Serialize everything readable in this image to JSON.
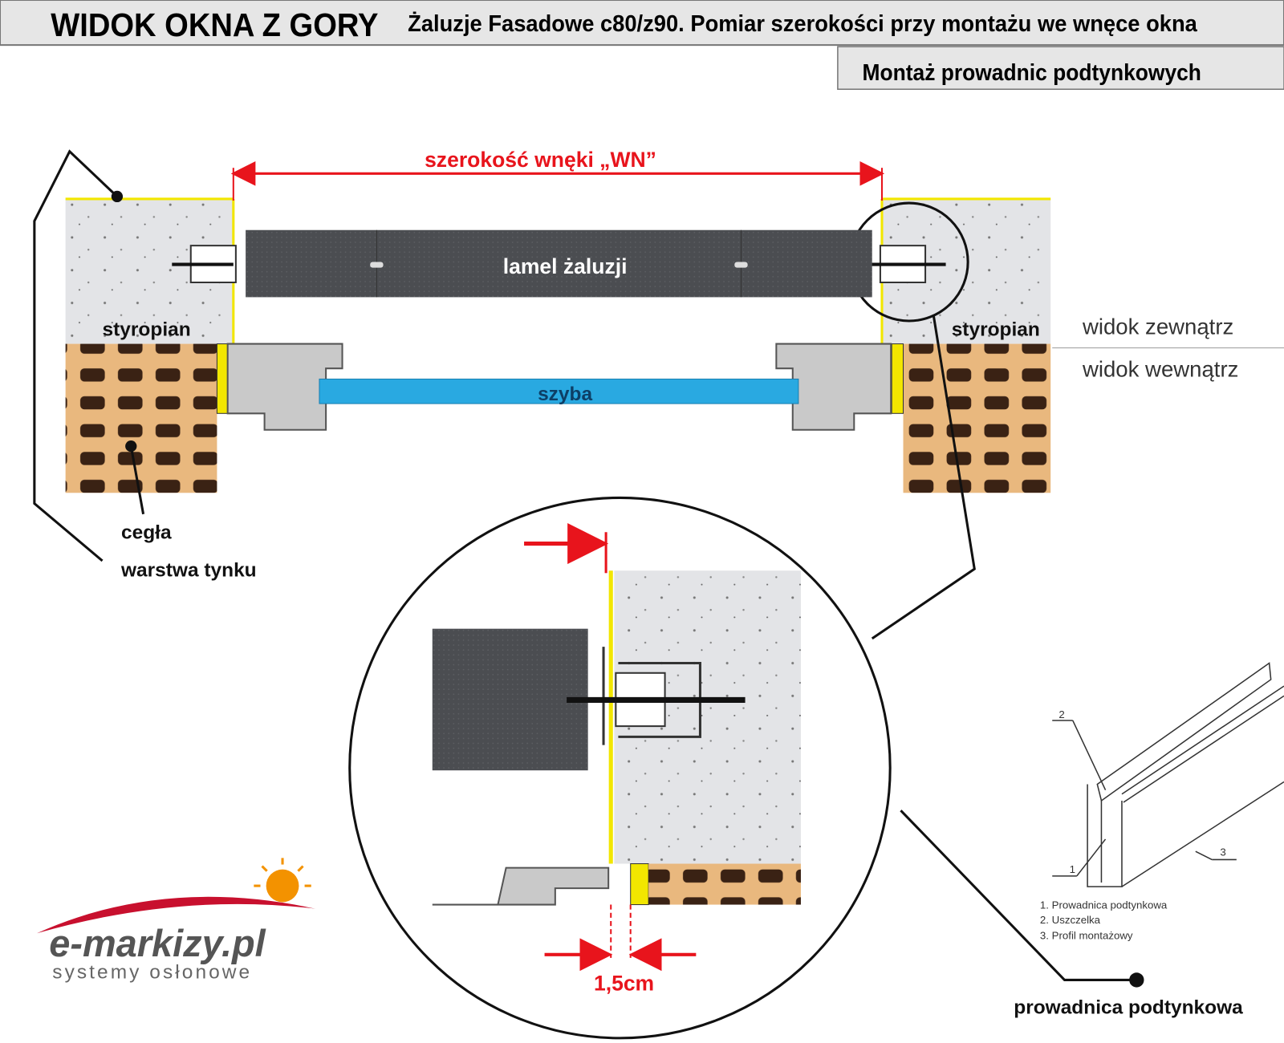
{
  "header": {
    "main_title": "WIDOK OKNA Z GORY",
    "subtitle": "Żaluzje Fasadowe c80/z90.  Pomiar szerokości przy montażu we wnęce okna",
    "section_title": "Montaż prowadnic podtynkowych"
  },
  "diagram": {
    "width_label": "szerokość wnęki „WN”",
    "slat_label": "lamel żaluzji",
    "glass_label": "szyba",
    "styrofoam_left": "styropian",
    "styrofoam_right": "styropian",
    "outside_view": "widok zewnątrz",
    "inside_view": "widok wewnątrz",
    "brick_label": "cegła",
    "plaster_label": "warstwa tynku",
    "detail_dimension": "1,5cm",
    "guide_label": "prowadnica podtynkowa"
  },
  "profile_legend": {
    "callouts": [
      "1",
      "2",
      "3"
    ],
    "items": [
      "1. Prowadnica podtynkowa",
      "2. Uszczelka",
      "3. Profil montażowy"
    ]
  },
  "logo": {
    "brand": "e-markizy.pl",
    "tagline": "systemy osłonowe"
  },
  "colors": {
    "red": "#e8141c",
    "glass": "#29a9e1",
    "slat": "#4a4c50",
    "foam": "#e4e5e8",
    "brick": "#e8b57a",
    "plaster": "#f2e600",
    "sun": "#f39200"
  }
}
